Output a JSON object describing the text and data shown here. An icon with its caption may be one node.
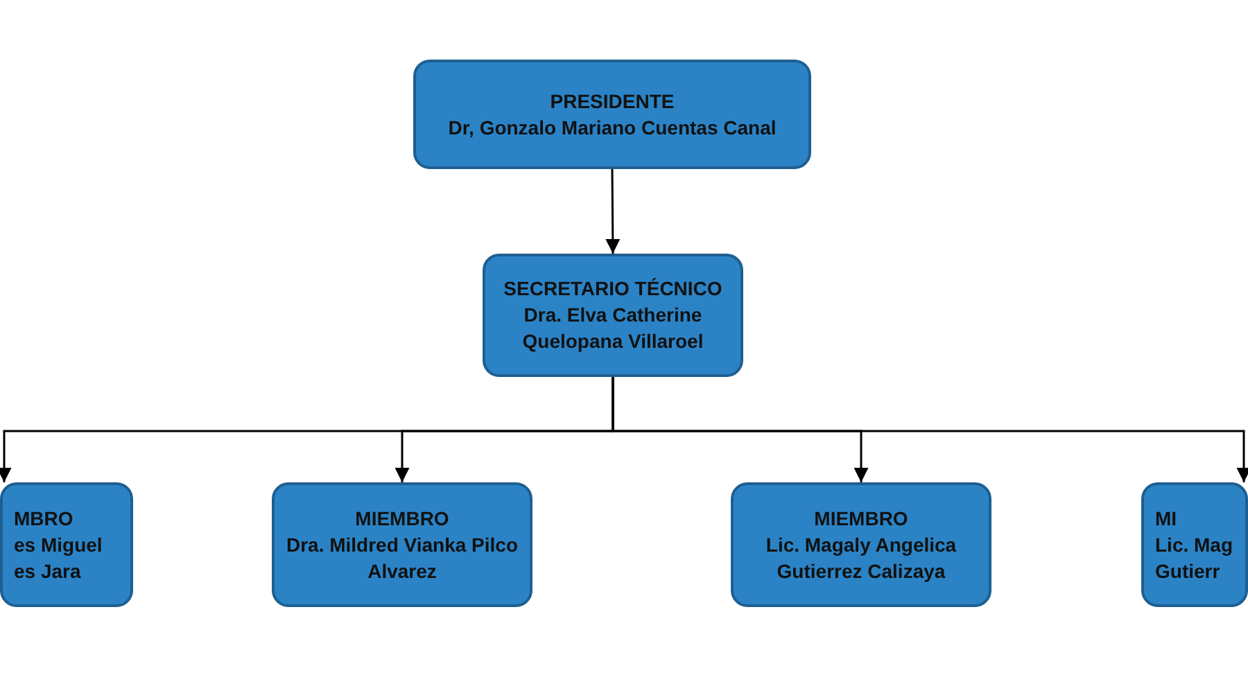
{
  "diagram": {
    "nodes": [
      {
        "text": [
          "PRESIDENTE",
          "Dr, Gonzalo Mariano Cuentas Canal"
        ]
      },
      {
        "text": [
          "SECRETARIO TÉCNICO",
          "Dra. Elva Catherine Quelopana Villaroel"
        ]
      },
      {
        "text": [
          "MBRO",
          "es Miguel es Jara"
        ]
      },
      {
        "text": [
          "MIEMBRO",
          "Dra. Mildred Vianka Pilco Alvarez"
        ]
      },
      {
        "text": [
          "MIEMBRO",
          "Lic. Magaly Angelica Gutierrez Calizaya"
        ]
      },
      {
        "text": [
          "MI",
          "Lic. Mag Gutierr"
        ]
      }
    ],
    "edges": [
      {
        "from": 0,
        "to": 1,
        "arrow": "to"
      },
      {
        "from": 1,
        "to": 2,
        "arrow": "to"
      },
      {
        "from": 1,
        "to": 3,
        "arrow": "to"
      },
      {
        "from": 1,
        "to": 4,
        "arrow": "to"
      },
      {
        "from": 1,
        "to": 5,
        "arrow": "to"
      }
    ]
  }
}
